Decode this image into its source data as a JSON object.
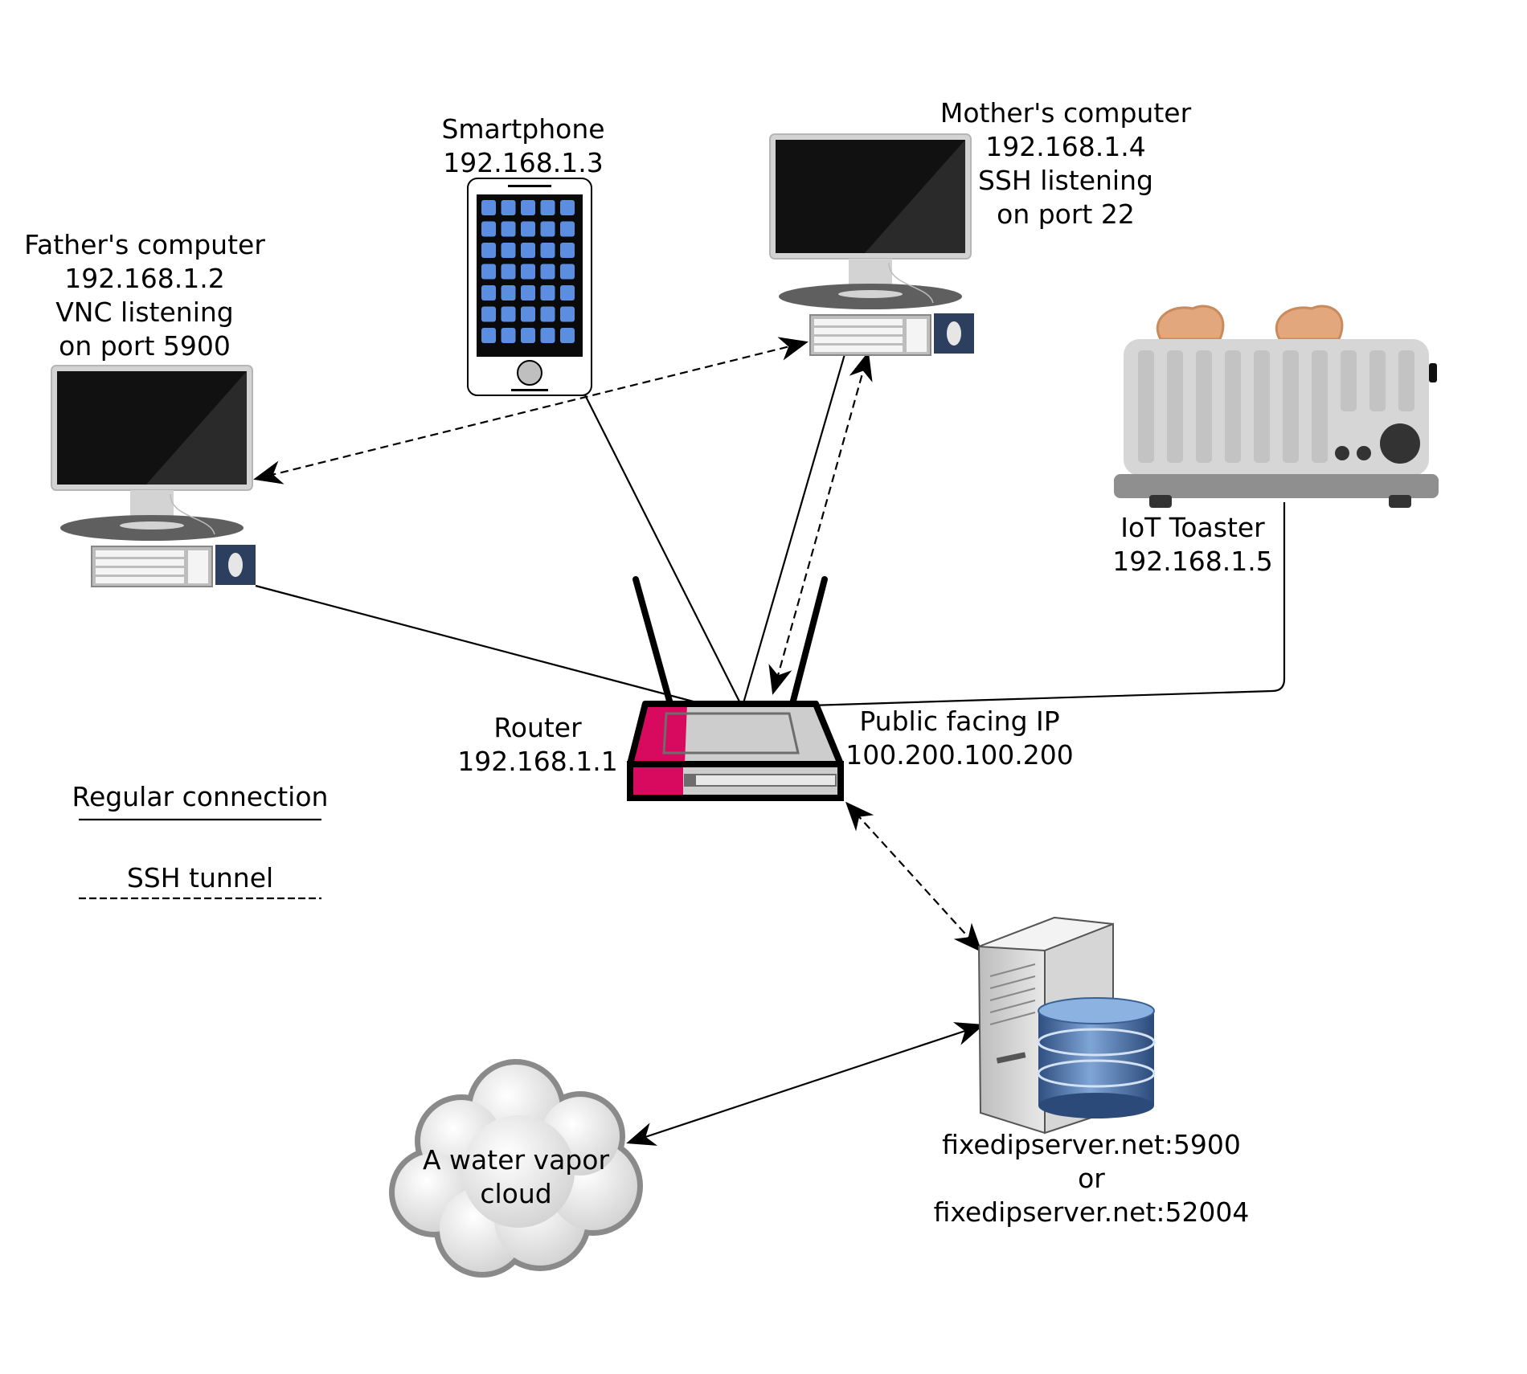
{
  "colors": {
    "line": "#000000",
    "router_accent": "#d80a5f",
    "screen": "#111111",
    "frame": "#cfcfcf",
    "server_disk": "#4f74a8",
    "toast": "#e2a77c"
  },
  "nodes": {
    "father": {
      "icon": "desktop-computer-icon",
      "lines": [
        "Father's computer",
        "192.168.1.2",
        "VNC listening",
        "on port 5900"
      ]
    },
    "phone": {
      "icon": "smartphone-icon",
      "lines": [
        "Smartphone",
        "192.168.1.3"
      ]
    },
    "mother": {
      "icon": "desktop-computer-icon",
      "lines": [
        "Mother's computer",
        "192.168.1.4",
        "SSH listening",
        "on port 22"
      ]
    },
    "toaster": {
      "icon": "toaster-icon",
      "lines": [
        "IoT Toaster",
        "192.168.1.5"
      ]
    },
    "router": {
      "icon": "router-icon",
      "lines": [
        "Router",
        "192.168.1.1"
      ]
    },
    "public_ip": {
      "lines": [
        "Public facing IP",
        "100.200.100.200"
      ]
    },
    "server": {
      "icon": "server-database-icon",
      "lines": [
        "fixedipserver.net:5900",
        "or",
        "fixedipserver.net:52004"
      ]
    },
    "cloud": {
      "icon": "cloud-icon",
      "lines": [
        "A water vapor",
        "cloud"
      ]
    }
  },
  "legend": {
    "regular": "Regular connection",
    "tunnel": "SSH tunnel"
  }
}
